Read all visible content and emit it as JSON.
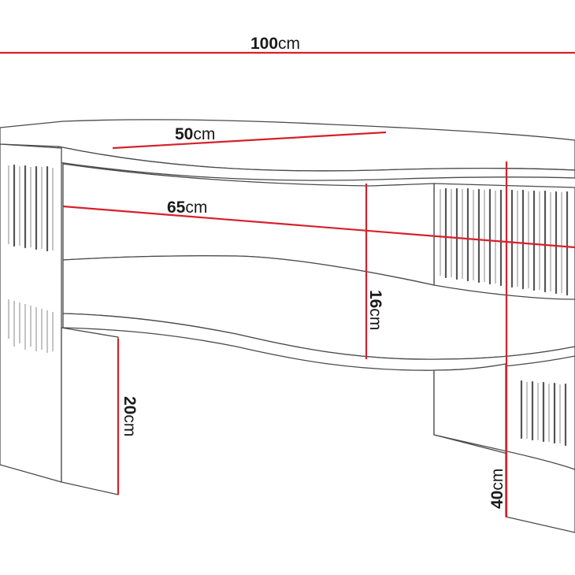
{
  "colors": {
    "dimension": "#d6212c",
    "outline": "#4a4a4a",
    "background": "#ffffff"
  },
  "dimensions": [
    {
      "id": "width",
      "value": "100",
      "unit": "cm"
    },
    {
      "id": "depth",
      "value": "50",
      "unit": "cm"
    },
    {
      "id": "shelf-width",
      "value": "65",
      "unit": "cm"
    },
    {
      "id": "shelf-gap",
      "value": "16",
      "unit": "cm"
    },
    {
      "id": "lower-clearance",
      "value": "20",
      "unit": "cm"
    },
    {
      "id": "height",
      "value": "40",
      "unit": "cm"
    }
  ]
}
